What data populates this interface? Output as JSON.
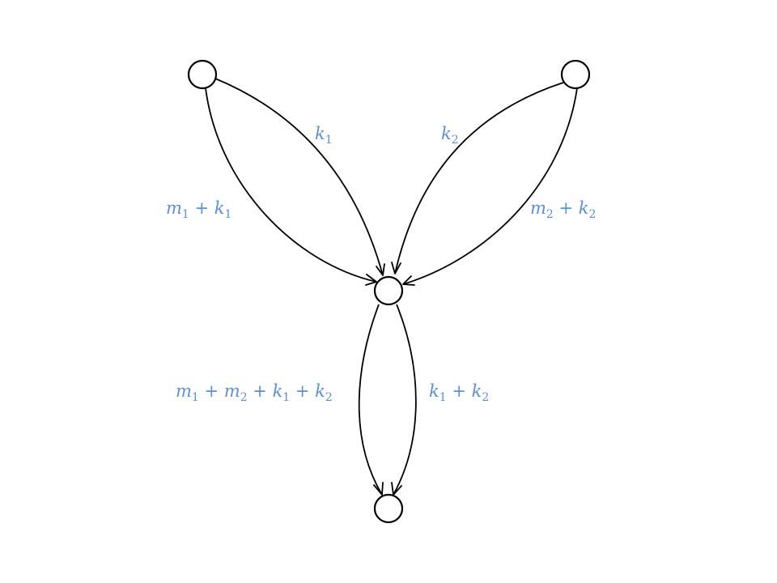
{
  "diagram": {
    "label_color": "#5B8FDB",
    "nodes": [
      {
        "id": "top-left"
      },
      {
        "id": "top-right"
      },
      {
        "id": "middle"
      },
      {
        "id": "bottom"
      }
    ],
    "edges": [
      {
        "id": "tl-mid-outer",
        "from": "top-left",
        "to": "middle",
        "label": [
          {
            "t": "m"
          },
          {
            "s": "1"
          },
          {
            "t": " + k"
          },
          {
            "s": "1"
          }
        ]
      },
      {
        "id": "tl-mid-inner",
        "from": "top-left",
        "to": "middle",
        "label": [
          {
            "t": "k"
          },
          {
            "s": "1"
          }
        ]
      },
      {
        "id": "tr-mid-inner",
        "from": "top-right",
        "to": "middle",
        "label": [
          {
            "t": "k"
          },
          {
            "s": "2"
          }
        ]
      },
      {
        "id": "tr-mid-outer",
        "from": "top-right",
        "to": "middle",
        "label": [
          {
            "t": "m"
          },
          {
            "s": "2"
          },
          {
            "t": " + k"
          },
          {
            "s": "2"
          }
        ]
      },
      {
        "id": "mid-bot-left",
        "from": "middle",
        "to": "bottom",
        "label": [
          {
            "t": "m"
          },
          {
            "s": "1"
          },
          {
            "t": " + m"
          },
          {
            "s": "2"
          },
          {
            "t": " + k"
          },
          {
            "s": "1"
          },
          {
            "t": " + k"
          },
          {
            "s": "2"
          }
        ]
      },
      {
        "id": "mid-bot-right",
        "from": "middle",
        "to": "bottom",
        "label": [
          {
            "t": "k"
          },
          {
            "s": "1"
          },
          {
            "t": " + k"
          },
          {
            "s": "2"
          }
        ]
      }
    ]
  }
}
